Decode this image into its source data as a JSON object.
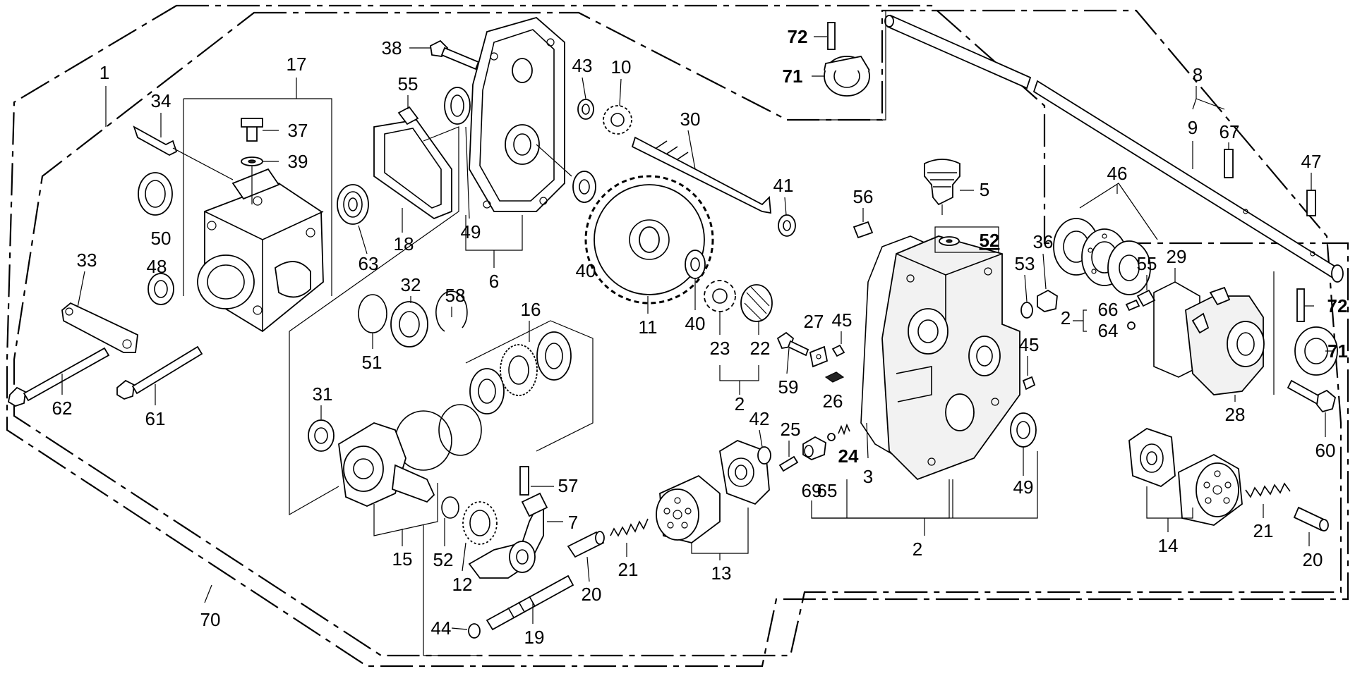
{
  "diagram": {
    "colors": {
      "ink": "#000000",
      "paper": "#ffffff"
    },
    "callouts": {
      "p1": "1",
      "p2a": "2",
      "p2b": "2",
      "p2c": "2",
      "p3": "3",
      "p5": "5",
      "p6": "6",
      "p7": "7",
      "p8": "8",
      "p9": "9",
      "p10": "10",
      "p11": "11",
      "p12": "12",
      "p13": "13",
      "p14": "14",
      "p15": "15",
      "p16": "16",
      "p17": "17",
      "p18": "18",
      "p19": "19",
      "p20a": "20",
      "p20b": "20",
      "p21a": "21",
      "p21b": "21",
      "p22": "22",
      "p23": "23",
      "p24": "24",
      "p25": "25",
      "p26": "26",
      "p27": "27",
      "p28": "28",
      "p29": "29",
      "p30": "30",
      "p31": "31",
      "p32": "32",
      "p33": "33",
      "p34": "34",
      "p36": "36",
      "p37": "37",
      "p38": "38",
      "p39": "39",
      "p40a": "40",
      "p40b": "40",
      "p41": "41",
      "p42": "42",
      "p43": "43",
      "p44": "44",
      "p45a": "45",
      "p45b": "45",
      "p46": "46",
      "p47": "47",
      "p48": "48",
      "p49a": "49",
      "p49b": "49",
      "p50": "50",
      "p51": "51",
      "p52a": "52",
      "p52b": "52",
      "p53": "53",
      "p55a": "55",
      "p55b": "55",
      "p56": "56",
      "p57": "57",
      "p58": "58",
      "p59": "59",
      "p60": "60",
      "p61": "61",
      "p62": "62",
      "p63": "63",
      "p64": "64",
      "p65": "65",
      "p66": "66",
      "p67": "67",
      "p69": "69",
      "p70": "70",
      "p71a": "71",
      "p71b": "71",
      "p72a": "72",
      "p72b": "72"
    }
  }
}
